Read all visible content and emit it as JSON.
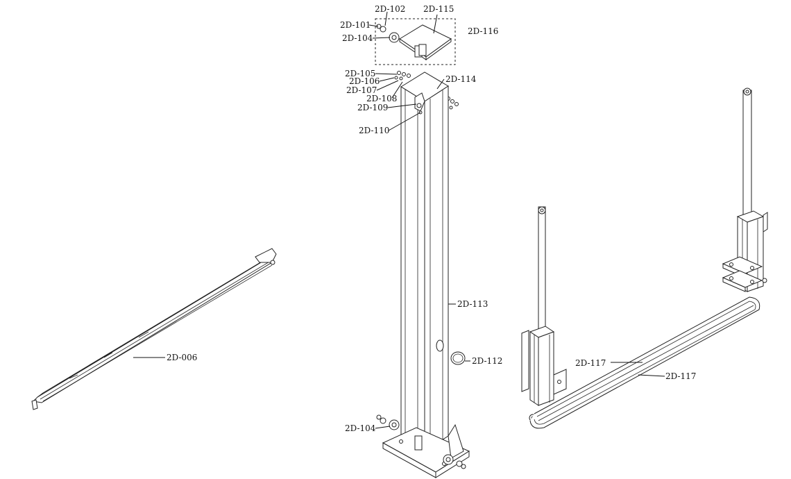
{
  "labels": {
    "l_2d_006": "2D-006",
    "l_2d_101": "2D-101",
    "l_2d_102": "2D-102",
    "l_2d_104_top": "2D-104",
    "l_2d_104_bottom": "2D-104",
    "l_2d_105": "2D-105",
    "l_2d_106": "2D-106",
    "l_2d_107": "2D-107",
    "l_2d_108": "2D-108",
    "l_2d_109": "2D-109",
    "l_2d_110": "2D-110",
    "l_2d_112": "2D-112",
    "l_2d_113": "2D-113",
    "l_2d_114": "2D-114",
    "l_2d_115": "2D-115",
    "l_2d_116": "2D-116",
    "l_2d_117_a": "2D-117",
    "l_2d_117_b": "2D-117"
  },
  "colors": {
    "line": "#111111",
    "background": "#ffffff"
  }
}
